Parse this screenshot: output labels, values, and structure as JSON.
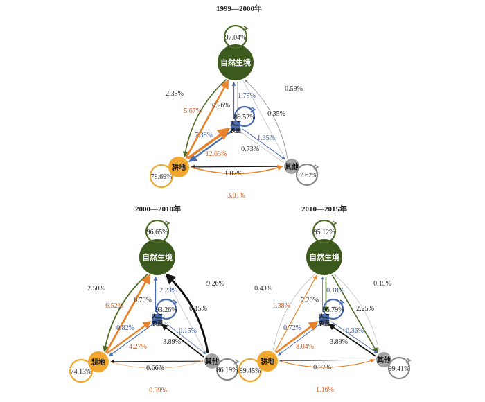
{
  "colors": {
    "natural": "#3d5a1e",
    "natural_arrow": "#4d6b24",
    "cropland": "#f0a830",
    "cropland_arrow": "#e8822a",
    "cropland_label": "#d05a20",
    "built": "#4a6cae",
    "built_label": "#3b55a0",
    "other": "#a3a3a3",
    "other_arrow": "#888888",
    "black": "#111111"
  },
  "nodes": {
    "natural": "自然生境",
    "cropland": "耕地",
    "built_line1": "人工",
    "built_line2": "表面",
    "other": "其他"
  },
  "panels": [
    {
      "title": "1999—2000年",
      "self": {
        "natural": "97.04%",
        "built": "89.52%",
        "cropland": "78.69%",
        "other": "97.62%"
      },
      "flows": {
        "natural_to_cropland": "2.35%",
        "cropland_to_natural": "5.67%",
        "natural_to_built": "0.26%",
        "built_to_natural": "1.75%",
        "natural_to_other": "0.35%",
        "other_to_natural": "0.59%",
        "built_to_cropland": "7.38%",
        "cropland_to_built": "12.63%",
        "built_to_other": "1.35%",
        "other_to_built": "0.73%",
        "other_to_cropland": "1.07%",
        "cropland_to_other": "3.01%"
      }
    },
    {
      "title": "2000—2010年",
      "self": {
        "natural": "96.65%",
        "built": "93.26%",
        "cropland": "74.13%",
        "other": "86.19%"
      },
      "flows": {
        "natural_to_cropland": "2.50%",
        "cropland_to_natural": "6.52%",
        "natural_to_built": "0.70%",
        "built_to_natural": "2.23%",
        "natural_to_other": "0.15%",
        "other_to_natural": "9.26%",
        "built_to_cropland": "0.82%",
        "cropland_to_built": "4.27%",
        "built_to_other": "0.15%",
        "other_to_built": "3.89%",
        "other_to_cropland": "0.66%",
        "cropland_to_other": "0.39%"
      }
    },
    {
      "title": "2010—2015年",
      "self": {
        "natural": "95.12%",
        "built": "96.79%",
        "cropland": "89.45%",
        "other": "99.41%"
      },
      "flows": {
        "natural_to_cropland": "0.43%",
        "cropland_to_natural": "1.38%",
        "natural_to_built": "2.20%",
        "built_to_natural": "0.18%",
        "natural_to_other": "2.25%",
        "other_to_natural": "0.15%",
        "built_to_cropland": "0.72%",
        "cropland_to_built": "8.04%",
        "built_to_other": "0.36%",
        "other_to_built": "3.89%",
        "other_to_cropland": "0.07%",
        "cropland_to_other": "1.16%"
      }
    }
  ]
}
